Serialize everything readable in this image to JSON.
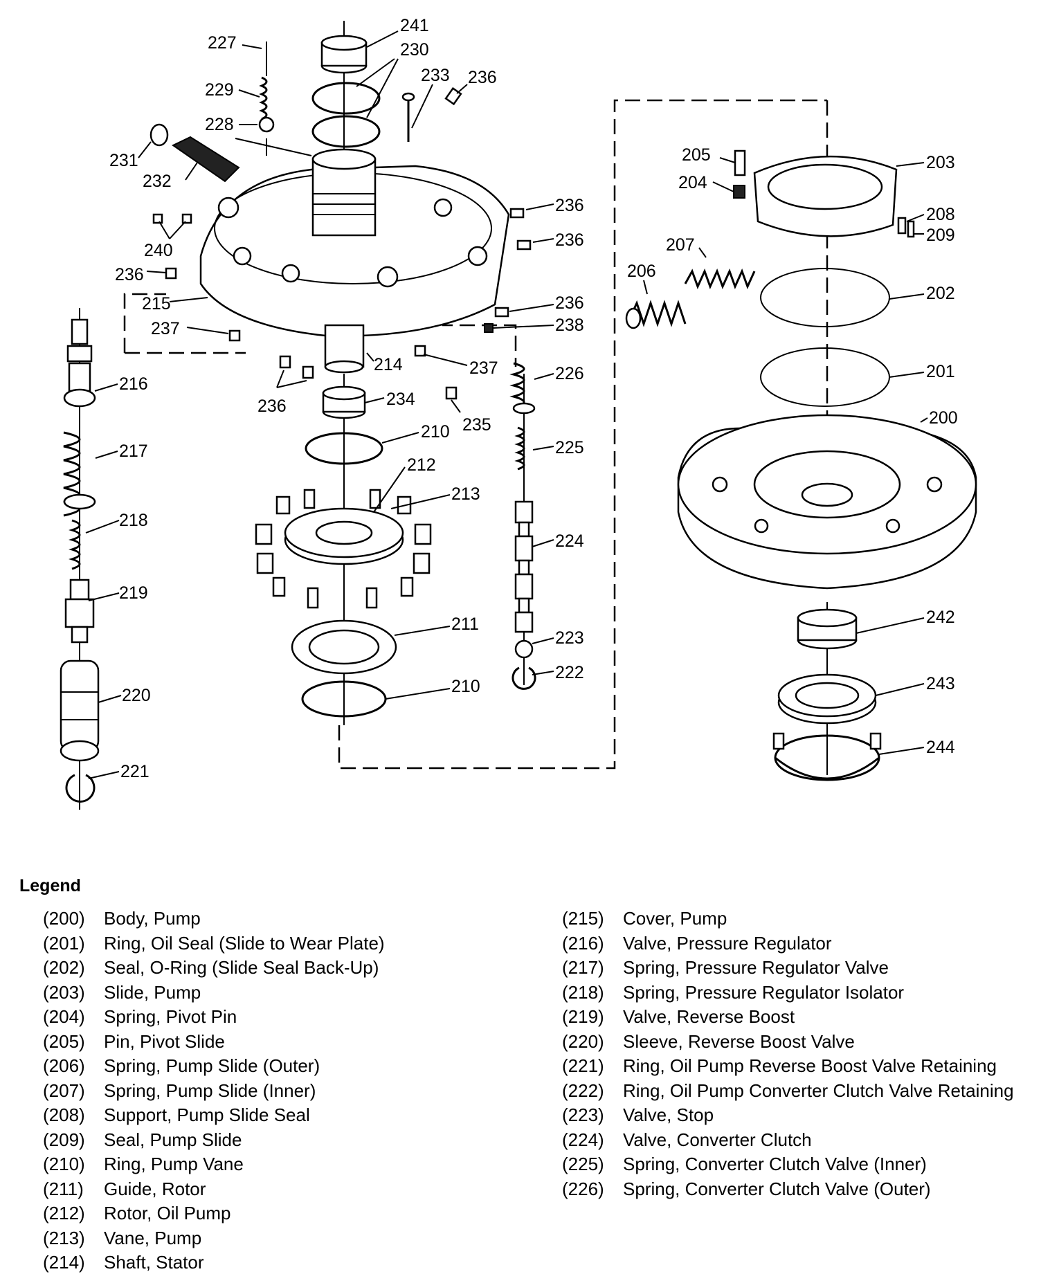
{
  "callouts": [
    {
      "id": "200",
      "text": "200"
    },
    {
      "id": "201",
      "text": "201"
    },
    {
      "id": "202",
      "text": "202"
    },
    {
      "id": "203",
      "text": "203"
    },
    {
      "id": "204",
      "text": "204"
    },
    {
      "id": "205",
      "text": "205"
    },
    {
      "id": "206",
      "text": "206"
    },
    {
      "id": "207",
      "text": "207"
    },
    {
      "id": "208",
      "text": "208"
    },
    {
      "id": "209",
      "text": "209"
    },
    {
      "id": "210a",
      "text": "210"
    },
    {
      "id": "210b",
      "text": "210"
    },
    {
      "id": "211",
      "text": "211"
    },
    {
      "id": "212",
      "text": "212"
    },
    {
      "id": "213",
      "text": "213"
    },
    {
      "id": "214",
      "text": "214"
    },
    {
      "id": "215",
      "text": "215"
    },
    {
      "id": "216",
      "text": "216"
    },
    {
      "id": "217",
      "text": "217"
    },
    {
      "id": "218",
      "text": "218"
    },
    {
      "id": "219",
      "text": "219"
    },
    {
      "id": "220",
      "text": "220"
    },
    {
      "id": "221",
      "text": "221"
    },
    {
      "id": "222",
      "text": "222"
    },
    {
      "id": "223",
      "text": "223"
    },
    {
      "id": "224",
      "text": "224"
    },
    {
      "id": "225",
      "text": "225"
    },
    {
      "id": "226",
      "text": "226"
    },
    {
      "id": "227",
      "text": "227"
    },
    {
      "id": "228",
      "text": "228"
    },
    {
      "id": "229",
      "text": "229"
    },
    {
      "id": "230",
      "text": "230"
    },
    {
      "id": "231",
      "text": "231"
    },
    {
      "id": "232",
      "text": "232"
    },
    {
      "id": "233",
      "text": "233"
    },
    {
      "id": "234",
      "text": "234"
    },
    {
      "id": "235",
      "text": "235"
    },
    {
      "id": "236a",
      "text": "236"
    },
    {
      "id": "236b",
      "text": "236"
    },
    {
      "id": "236c",
      "text": "236"
    },
    {
      "id": "236d",
      "text": "236"
    },
    {
      "id": "236e",
      "text": "236"
    },
    {
      "id": "236f",
      "text": "236"
    },
    {
      "id": "237a",
      "text": "237"
    },
    {
      "id": "237b",
      "text": "237"
    },
    {
      "id": "238",
      "text": "238"
    },
    {
      "id": "240",
      "text": "240"
    },
    {
      "id": "241",
      "text": "241"
    },
    {
      "id": "242",
      "text": "242"
    },
    {
      "id": "243",
      "text": "243"
    },
    {
      "id": "244",
      "text": "244"
    }
  ],
  "legend": {
    "title": "Legend",
    "left": [
      {
        "num": "(200)",
        "desc": "Body, Pump"
      },
      {
        "num": "(201)",
        "desc": "Ring, Oil Seal (Slide to Wear Plate)"
      },
      {
        "num": "(202)",
        "desc": "Seal, O-Ring (Slide Seal Back-Up)"
      },
      {
        "num": "(203)",
        "desc": "Slide, Pump"
      },
      {
        "num": "(204)",
        "desc": "Spring, Pivot Pin"
      },
      {
        "num": "(205)",
        "desc": "Pin, Pivot Slide"
      },
      {
        "num": "(206)",
        "desc": "Spring, Pump Slide (Outer)"
      },
      {
        "num": "(207)",
        "desc": "Spring, Pump Slide (Inner)"
      },
      {
        "num": "(208)",
        "desc": "Support, Pump Slide Seal"
      },
      {
        "num": "(209)",
        "desc": "Seal, Pump Slide"
      },
      {
        "num": "(210)",
        "desc": "Ring, Pump Vane"
      },
      {
        "num": "(211)",
        "desc": "Guide, Rotor"
      },
      {
        "num": "(212)",
        "desc": "Rotor, Oil Pump"
      },
      {
        "num": "(213)",
        "desc": "Vane, Pump"
      },
      {
        "num": "(214)",
        "desc": "Shaft, Stator"
      }
    ],
    "right": [
      {
        "num": "(215)",
        "desc": "Cover, Pump"
      },
      {
        "num": "(216)",
        "desc": "Valve, Pressure Regulator"
      },
      {
        "num": "(217)",
        "desc": "Spring, Pressure Regulator Valve"
      },
      {
        "num": "(218)",
        "desc": "Spring, Pressure Regulator Isolator"
      },
      {
        "num": "(219)",
        "desc": "Valve, Reverse Boost"
      },
      {
        "num": "(220)",
        "desc": "Sleeve, Reverse Boost Valve"
      },
      {
        "num": "(221)",
        "desc": "Ring, Oil Pump Reverse Boost Valve Retaining"
      },
      {
        "num": "(222)",
        "desc": "Ring, Oil Pump Converter Clutch Valve Retaining"
      },
      {
        "num": "(223)",
        "desc": "Valve, Stop"
      },
      {
        "num": "(224)",
        "desc": "Valve, Converter Clutch"
      },
      {
        "num": "(225)",
        "desc": "Spring, Converter Clutch Valve (Inner)"
      },
      {
        "num": "(226)",
        "desc": "Spring, Converter Clutch Valve (Outer)"
      }
    ]
  }
}
